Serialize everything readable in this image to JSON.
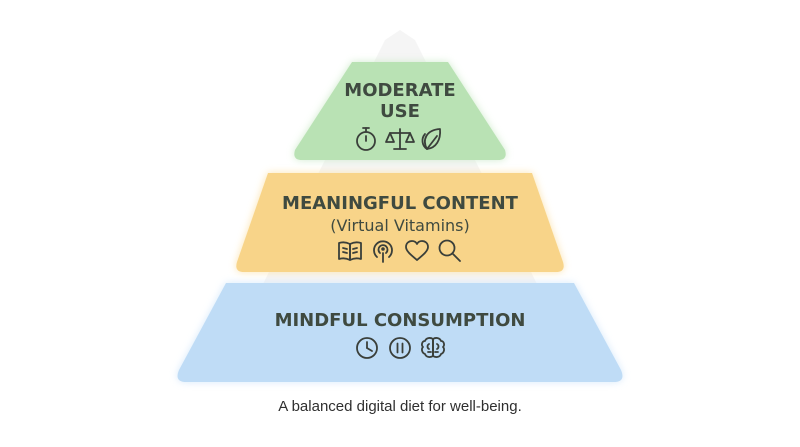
{
  "pyramid": {
    "top": {
      "title_line1": "MODERATE",
      "title_line2": "USE",
      "color": "#b9e2b4",
      "icons": [
        "stopwatch-icon",
        "balance-scale-icon",
        "leaf-icon"
      ]
    },
    "middle": {
      "title": "MEANINGFUL CONTENT",
      "subtitle": "(Virtual Vitamins)",
      "color": "#f8d489",
      "icons": [
        "book-icon",
        "podcast-icon",
        "heart-icon",
        "search-icon"
      ]
    },
    "bottom": {
      "title": "MINDFUL CONSUMPTION",
      "color": "#bfdcf6",
      "icons": [
        "clock-icon",
        "pause-icon",
        "brain-icon"
      ]
    }
  },
  "caption": "A balanced digital diet for well-being."
}
